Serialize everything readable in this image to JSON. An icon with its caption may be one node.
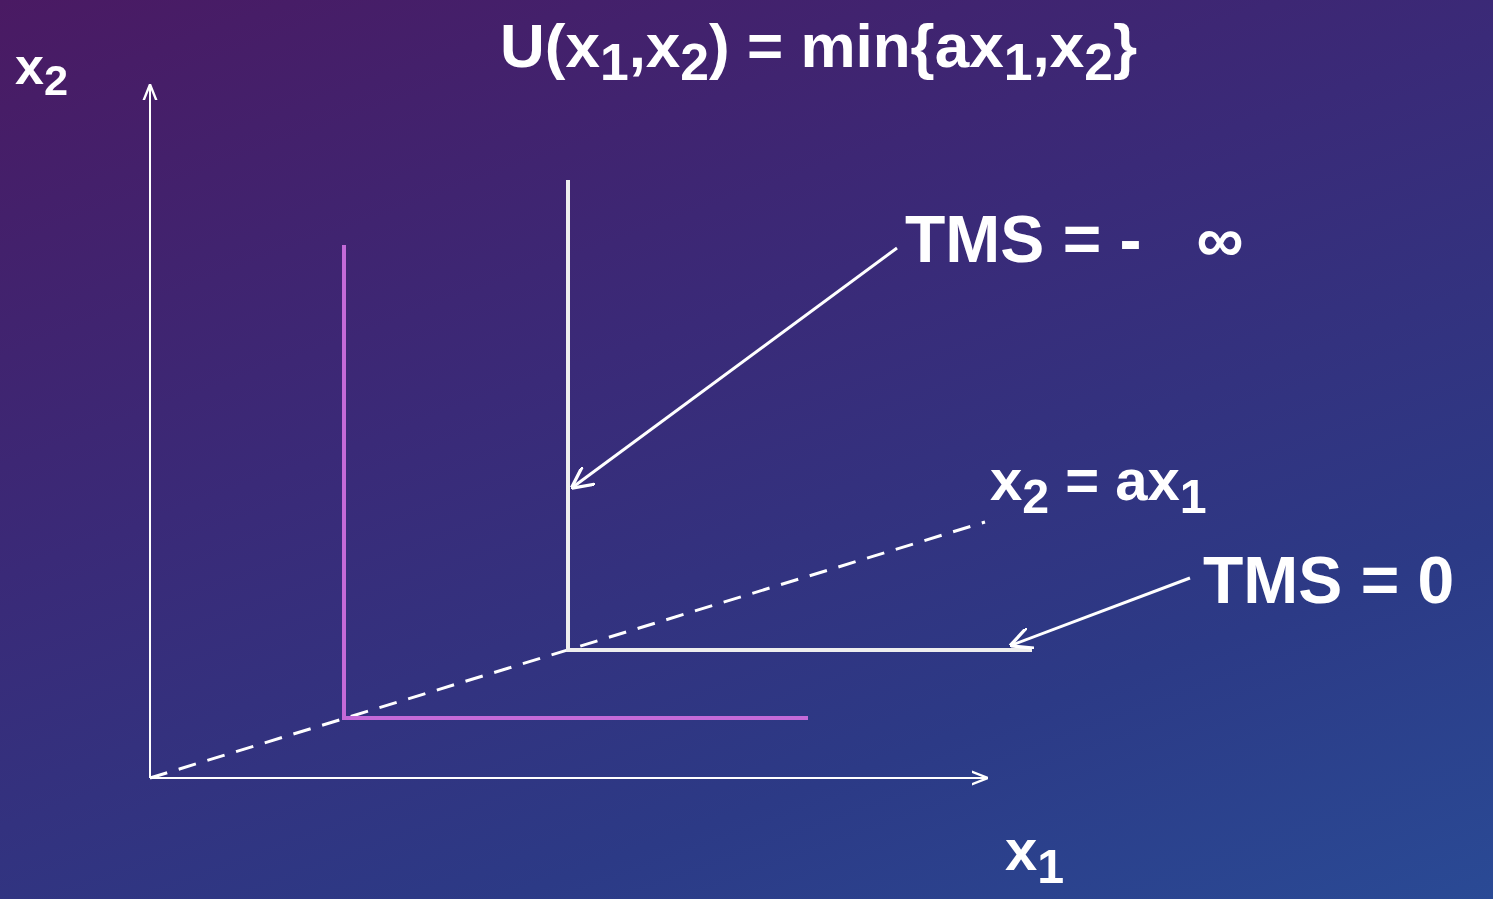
{
  "diagram": {
    "title": "U(x$_{1}$,x$_{2}$) = min{ax$_{1}$,x$_{2}$}",
    "nodes": [
      {
        "text": [
          "TMS = -   ∞"
        ]
      },
      {
        "text": [
          "TMS = 0"
        ]
      }
    ],
    "edges": [
      {
        "from": 0,
        "to": null,
        "arrow": "to"
      },
      {
        "from": 1,
        "to": null,
        "arrow": "to"
      }
    ],
    "labels": [
      "x$_{2}$",
      "x$_{2}$ = ax$_{1}$",
      "x$_{1}$"
    ]
  }
}
